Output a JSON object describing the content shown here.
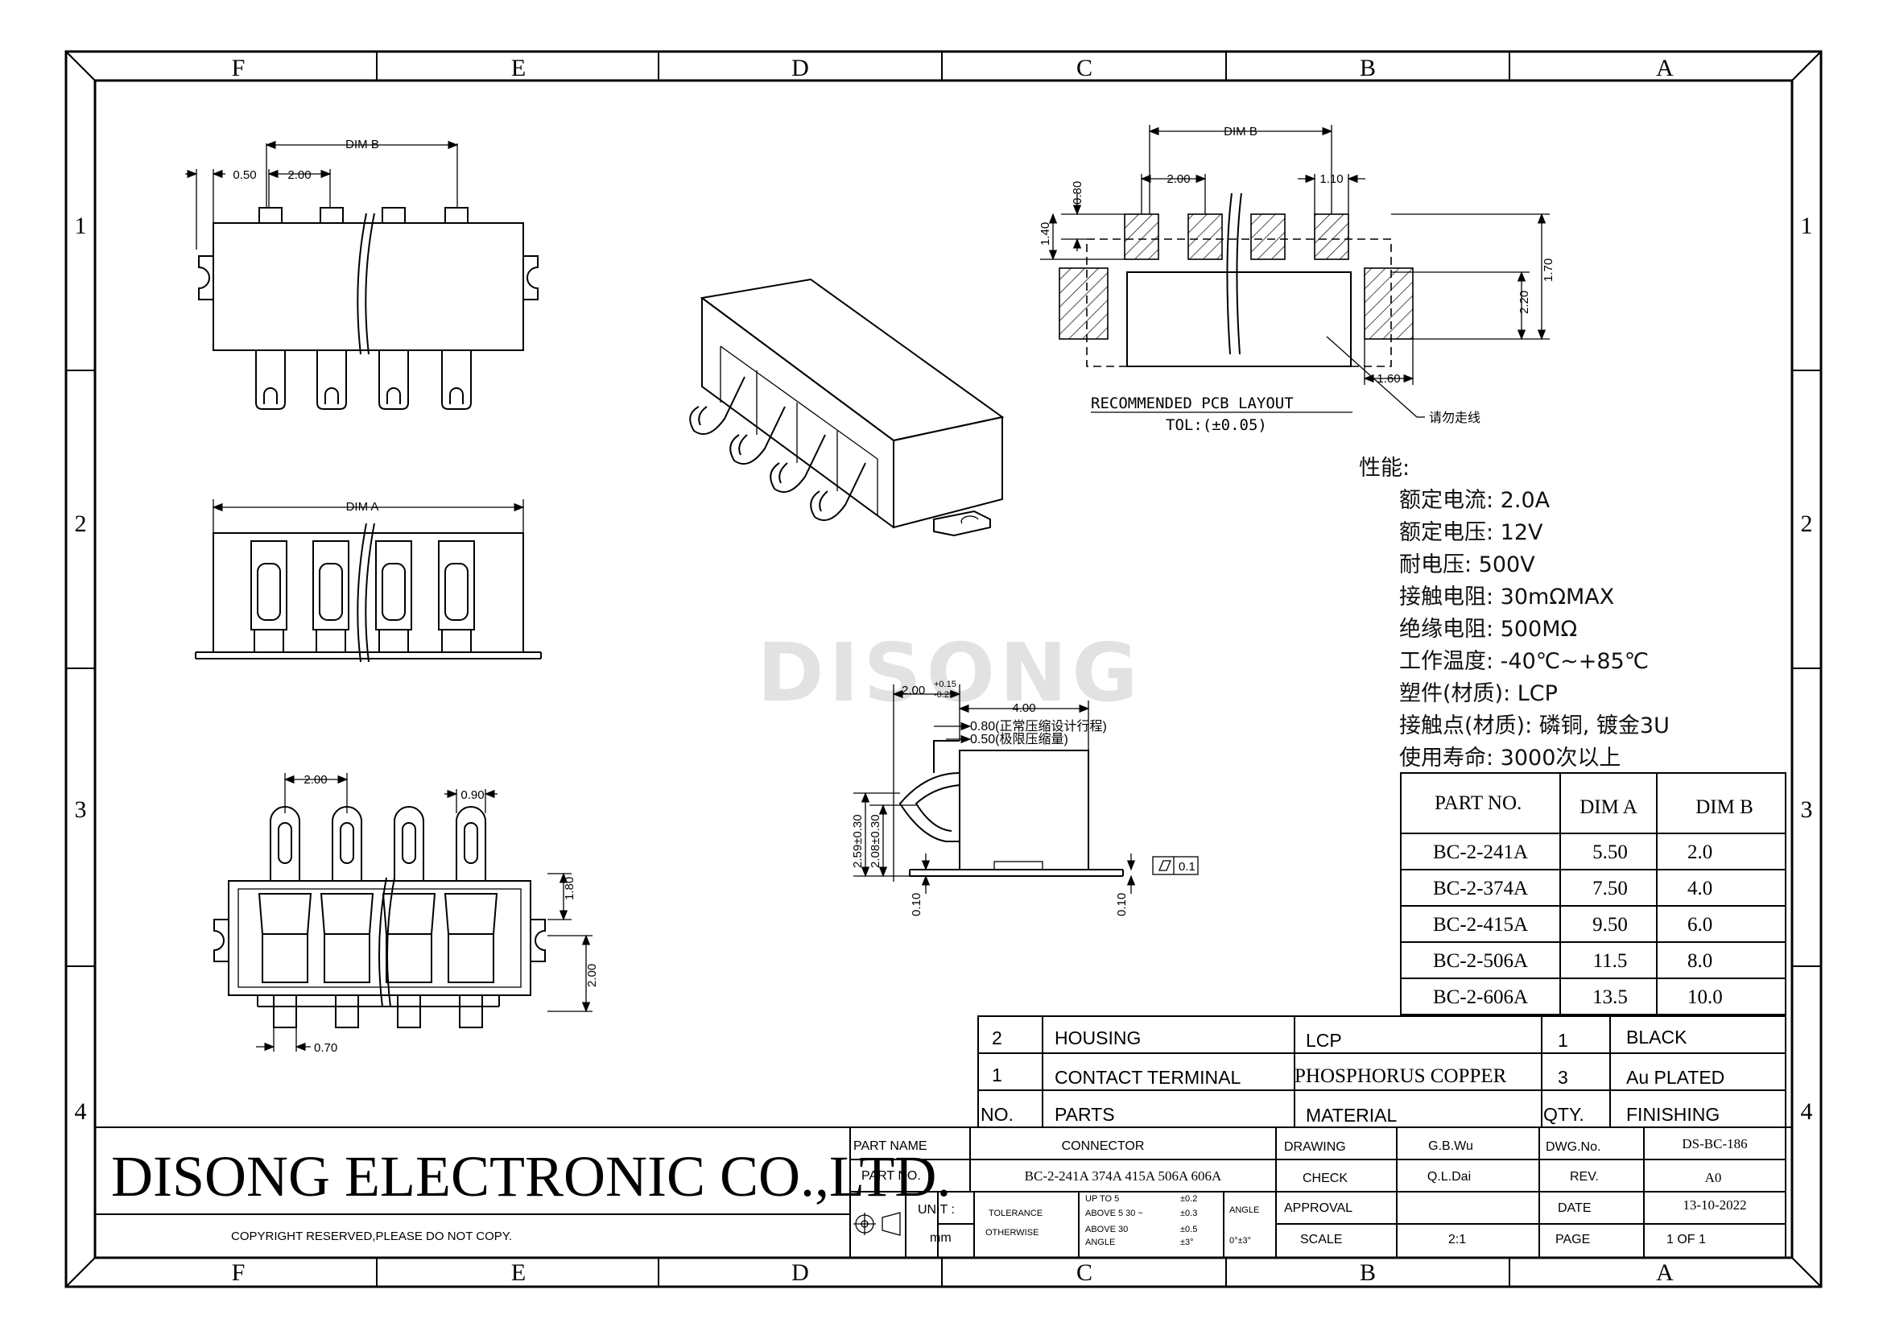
{
  "grid": {
    "columns": [
      "F",
      "E",
      "D",
      "C",
      "B",
      "A"
    ],
    "rows": [
      "1",
      "2",
      "3",
      "4"
    ]
  },
  "watermark": "DISONG",
  "views": {
    "top_view": {
      "dim_b": "DIM B",
      "d1": "0.50",
      "d2": "2.00"
    },
    "front_view": {
      "dim_a": "DIM A"
    },
    "bottom_view": {
      "d_pitch": "2.00",
      "d_width": "0.90",
      "d_h1": "1.80",
      "d_h2": "2.00",
      "d_foot": "0.70"
    },
    "pcb_layout": {
      "dim_b": "DIM B",
      "pitch": "2.00",
      "pad_w": "1.10",
      "pad_h": "0.80",
      "v1": "1.40",
      "h1": "2.20",
      "h2": "1.70",
      "edge": "1.60",
      "title": "RECOMMENDED PCB LAYOUT",
      "tolerance": "TOL:(±0.05)",
      "note": "请勿走线"
    },
    "side_view": {
      "d1": "2.00",
      "d1_tol_plus": "+0.15",
      "d1_tol_minus": "-0.25",
      "d2": "4.00",
      "d3": "0.80(正常压缩设计行程)",
      "d4": "0.50(极限压缩量)",
      "h1": "2.59±0.30",
      "h2": "2.08±0.30",
      "b1": "0.10",
      "b2": "0.10",
      "flatness": "0.1"
    }
  },
  "specs": {
    "title": "性能:",
    "items": [
      "额定电流: 2.0A",
      "额定电压: 12V",
      "耐电压: 500V",
      "接触电阻: 30mΩMAX",
      "绝缘电阻: 500MΩ",
      "工作温度: -40℃~+85℃",
      "塑件(材质): LCP",
      "接触点(材质): 磷铜, 镀金3U",
      "使用寿命: 3000次以上"
    ]
  },
  "dim_table": {
    "headers": [
      "PART NO.",
      "DIM A",
      "DIM B"
    ],
    "rows": [
      [
        "BC-2-241A",
        "5.50",
        "2.0"
      ],
      [
        "BC-2-374A",
        "7.50",
        "4.0"
      ],
      [
        "BC-2-415A",
        "9.50",
        "6.0"
      ],
      [
        "BC-2-506A",
        "11.5",
        "8.0"
      ],
      [
        "BC-2-606A",
        "13.5",
        "10.0"
      ]
    ]
  },
  "bom": {
    "rows": [
      [
        "2",
        "HOUSING",
        "LCP",
        "1",
        "BLACK"
      ],
      [
        "1",
        "CONTACT TERMINAL",
        "PHOSPHORUS COPPER",
        "3",
        "Au PLATED"
      ]
    ],
    "headers": [
      "NO.",
      "PARTS",
      "MATERIAL",
      "QTY.",
      "FINISHING"
    ]
  },
  "title_block": {
    "company": "DISONG ELECTRONIC CO.,LTD.",
    "copyright": "COPYRIGHT RESERVED,PLEASE DO NOT COPY.",
    "part_name_label": "PART NAME",
    "part_name": "CONNECTOR",
    "part_no_label": "PART NO.",
    "part_no": "BC-2-241A 374A 415A 506A 606A",
    "unit_label": "UNIT :",
    "unit": "mm",
    "tol_label1": "TOLERANCE",
    "tol_label2": "OTHERWISE",
    "tol_rows": [
      [
        "UP TO 5",
        "±0.2"
      ],
      [
        "ABOVE 5  30 ~",
        "±0.3"
      ],
      [
        "ABOVE 30",
        "±0.5"
      ],
      [
        "ANGLE",
        "±3°"
      ]
    ],
    "angle_label": "ANGLE",
    "angle_value": "0°±3°",
    "drawing_label": "DRAWING",
    "drawing": "G.B.Wu",
    "check_label": "CHECK",
    "check": "Q.L.Dai",
    "approval_label": "APPROVAL",
    "scale_label": "SCALE",
    "scale": "2:1",
    "dwg_label": "DWG.No.",
    "dwg": "DS-BC-186",
    "rev_label": "REV.",
    "rev": "A0",
    "date_label": "DATE",
    "date": "13-10-2022",
    "page_label": "PAGE",
    "page": "1 OF 1"
  }
}
